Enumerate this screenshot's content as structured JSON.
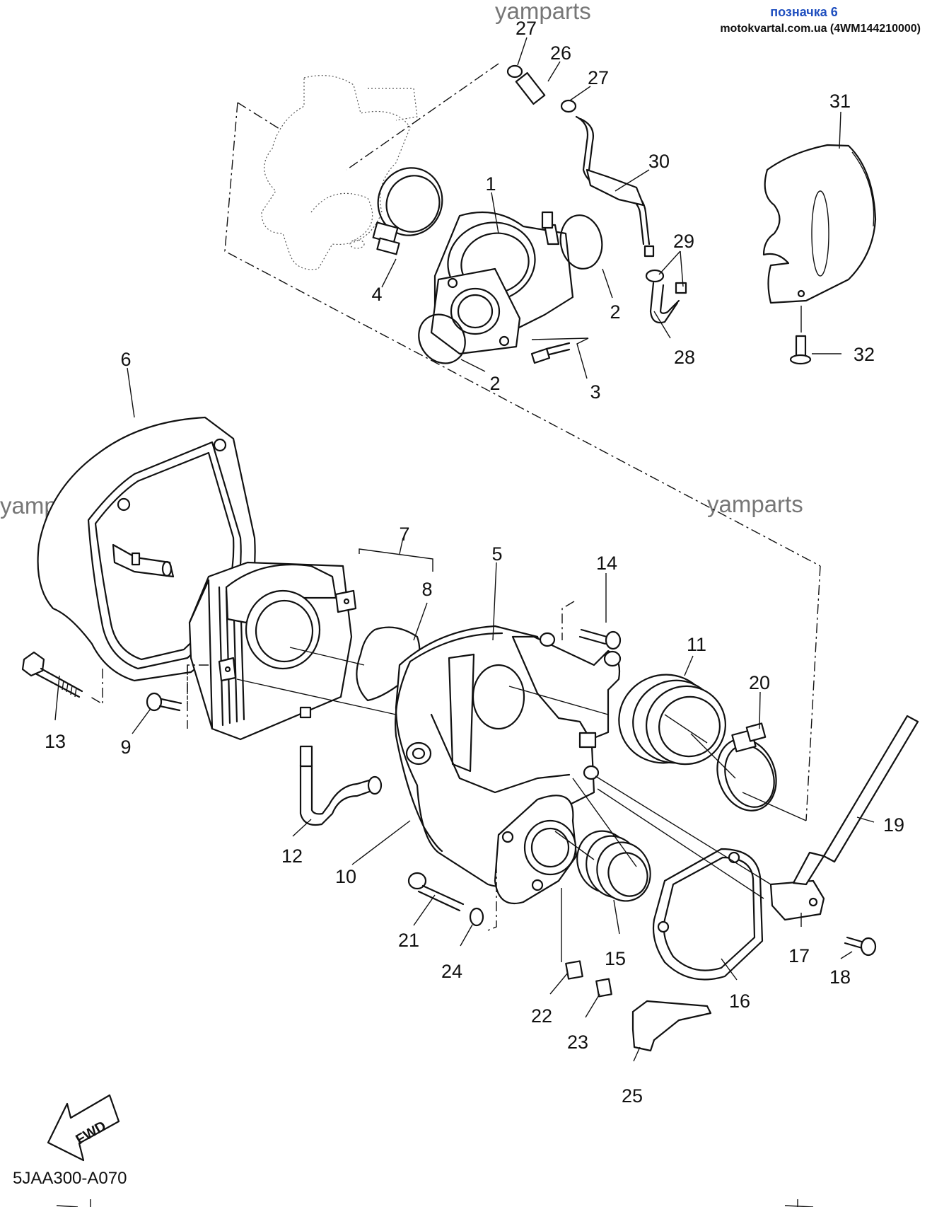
{
  "header": {
    "designation": "позначка 6",
    "source_line": "motokvartal.com.ua (4WM144210000)"
  },
  "watermarks": [
    "yamparts",
    "yamparts",
    "yamparts",
    "yamparts"
  ],
  "diagram_code": "5JAA300-A070",
  "fwd_label": "FWD",
  "callouts": [
    "27",
    "26",
    "27",
    "30",
    "31",
    "1",
    "29",
    "4",
    "2",
    "2",
    "3",
    "28",
    "32",
    "6",
    "7",
    "5",
    "8",
    "14",
    "11",
    "20",
    "13",
    "9",
    "12",
    "10",
    "19",
    "21",
    "24",
    "15",
    "16",
    "17",
    "18",
    "22",
    "23",
    "25"
  ],
  "icons": {
    "forward_arrow": "fwd-arrow-icon"
  }
}
